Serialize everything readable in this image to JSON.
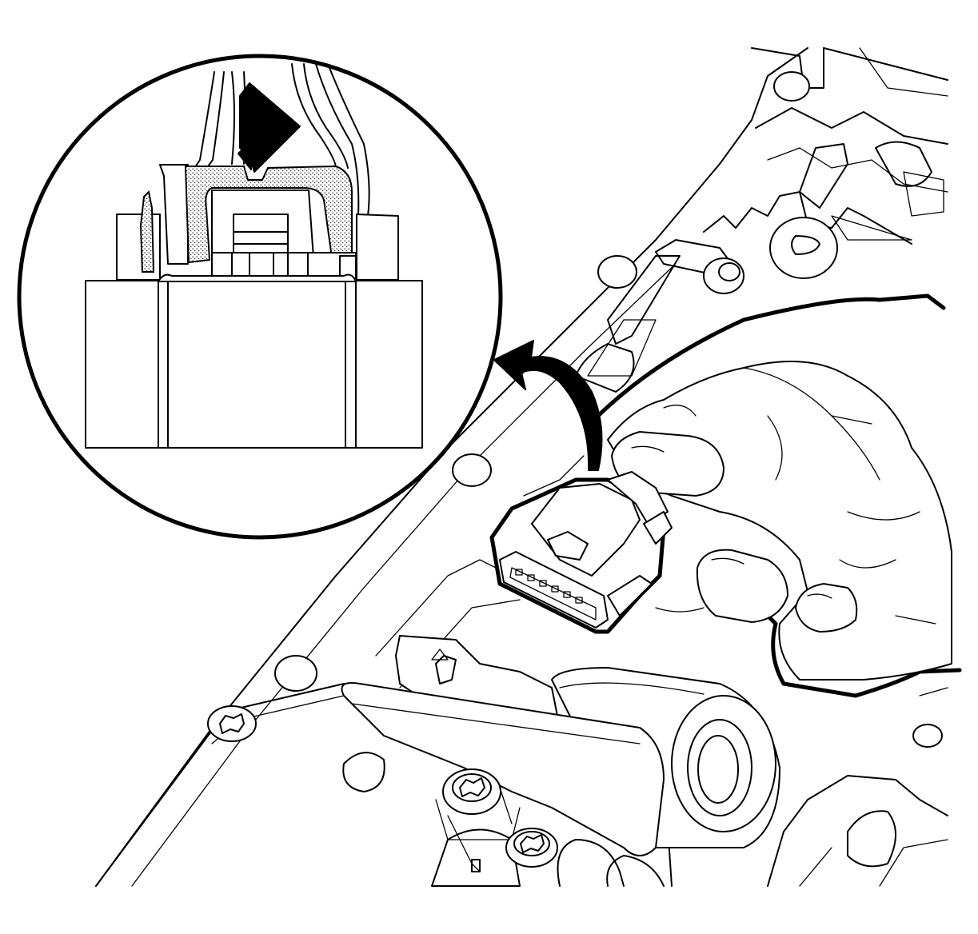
{
  "colors": {
    "line": "#000000",
    "background": "#ffffff",
    "stipple": "#000000"
  },
  "parts": {
    "inset": "detail-magnifier",
    "connector": "electrical-connector",
    "hand": "technician-hand",
    "arrow": "removal-direction-arrow",
    "body": "valve-body-housing",
    "solenoid": "solenoid-valve",
    "bolts": "torx-bolt"
  }
}
